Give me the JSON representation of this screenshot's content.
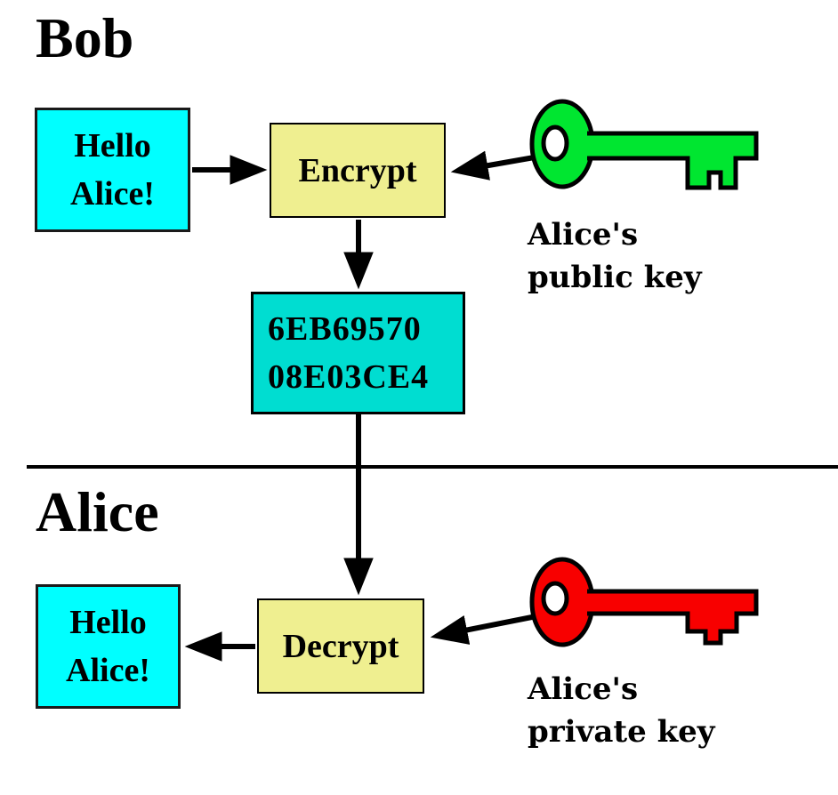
{
  "diagram": {
    "sections": {
      "top_heading": "Bob",
      "bottom_heading": "Alice"
    },
    "boxes": {
      "plaintext_top": {
        "line1": "Hello",
        "line2": "Alice!"
      },
      "encrypt": {
        "label": "Encrypt"
      },
      "ciphertext": {
        "line1": "6EB69570",
        "line2": "08E03CE4"
      },
      "decrypt": {
        "label": "Decrypt"
      },
      "plaintext_bottom": {
        "line1": "Hello",
        "line2": "Alice!"
      }
    },
    "labels": {
      "public_key": {
        "line1": "Alice's",
        "line2": "public key"
      },
      "private_key": {
        "line1": "Alice's",
        "line2": "private key"
      }
    },
    "colors": {
      "plaintext_box": "#00ffff",
      "ciphertext_box": "#00ddd1",
      "process_box": "#efef90",
      "public_key": "#00e630",
      "private_key": "#f80000",
      "stroke": "#000000"
    }
  }
}
